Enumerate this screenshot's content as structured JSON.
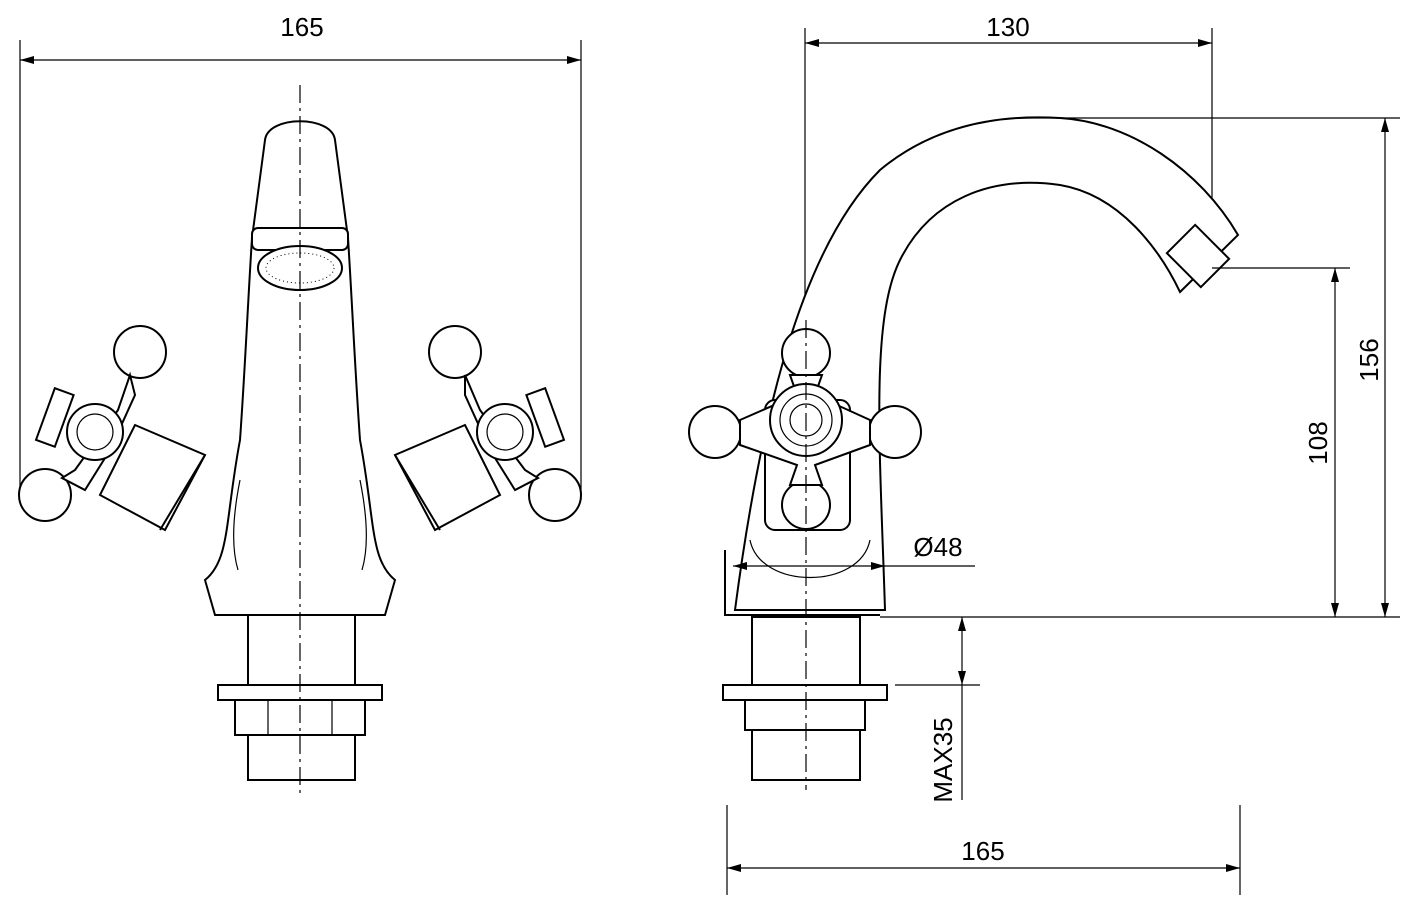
{
  "drawing": {
    "front_view": {
      "width_label": "165"
    },
    "side_view": {
      "reach_label": "130",
      "total_height_label": "156",
      "spout_height_label": "108",
      "base_diameter_label": "Ø48",
      "max_thickness_label": "MAX35",
      "width_label": "165"
    }
  }
}
